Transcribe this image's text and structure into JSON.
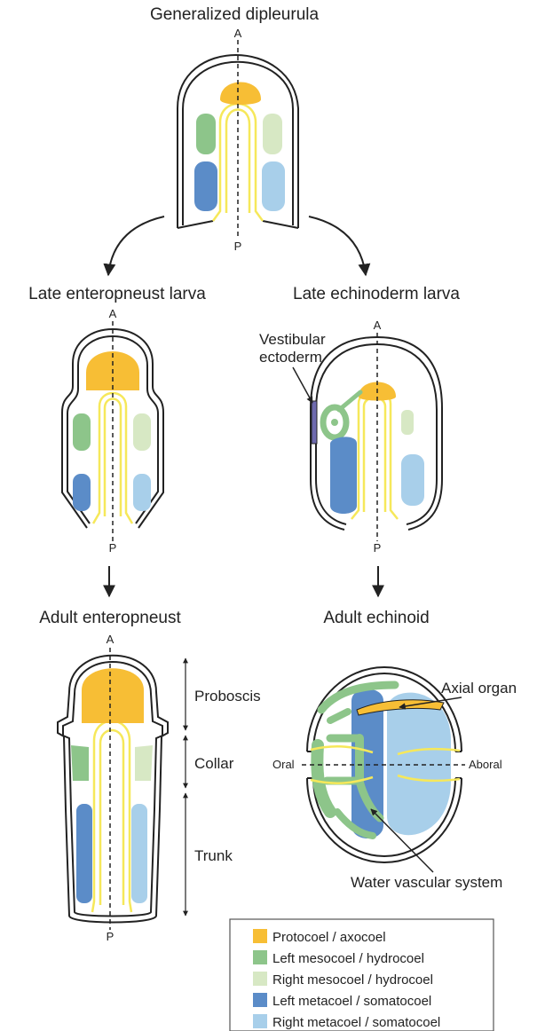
{
  "colors": {
    "protocoel": "#F7BE35",
    "left_mesocoel": "#8DC58A",
    "right_mesocoel": "#D7E8C4",
    "left_metacoel": "#5B8CC8",
    "right_metacoel": "#A8CFEA",
    "gut": "#F6E85A",
    "vestibule": "#6E6AAE",
    "outline": "#222222"
  },
  "titles": {
    "dipleurula": "Generalized dipleurula",
    "enteropneust_larva": "Late enteropneust larva",
    "echinoderm_larva": "Late echinoderm larva",
    "adult_enteropneust": "Adult enteropneust",
    "adult_echinoid": "Adult echinoid"
  },
  "axis": {
    "anterior": "A",
    "posterior": "P",
    "oral": "Oral",
    "aboral": "Aboral"
  },
  "labels": {
    "vestibular_ectoderm_line1": "Vestibular",
    "vestibular_ectoderm_line2": "ectoderm",
    "proboscis": "Proboscis",
    "collar": "Collar",
    "trunk": "Trunk",
    "axial_organ": "Axial organ",
    "water_vascular_system": "Water vascular system"
  },
  "legend": [
    {
      "label": "Protocoel / axocoel",
      "color": "#F7BE35"
    },
    {
      "label": "Left mesocoel / hydrocoel",
      "color": "#8DC58A"
    },
    {
      "label": "Right mesocoel / hydrocoel",
      "color": "#D7E8C4"
    },
    {
      "label": "Left metacoel / somatocoel",
      "color": "#5B8CC8"
    },
    {
      "label": "Right metacoel / somatocoel",
      "color": "#A8CFEA"
    }
  ]
}
